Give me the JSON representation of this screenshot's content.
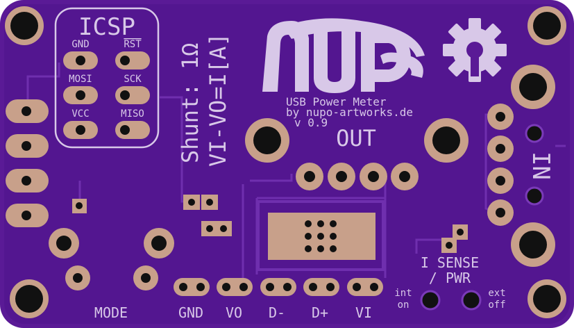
{
  "board": {
    "pcb_color": "#5a1a96",
    "trace_color": "#6a2aaa",
    "silk_color": "#d8c8e8",
    "copper_color": "#c8a08a",
    "hole_color": "#111111"
  },
  "icsp": {
    "title": "ICSP",
    "pins": [
      "GND",
      "RST",
      "MOSI",
      "SCK",
      "VCC",
      "MISO"
    ]
  },
  "shunt": {
    "line1": "Shunt: 1Ω",
    "line2": "VI-VO=I[A]"
  },
  "logo": {
    "text": "nupo"
  },
  "info": {
    "line1": "USB Power Meter",
    "line2": "by nupo-artworks.de",
    "line3": "v 0.9"
  },
  "labels": {
    "out": "OUT",
    "in": "IN",
    "mode": "MODE",
    "gnd": "GND",
    "vo": "VO",
    "dminus": "D-",
    "dplus": "D+",
    "vi": "VI",
    "isense": "I SENSE",
    "pwr": "/ PWR",
    "int": "int",
    "on": "on",
    "ext": "ext",
    "off": "off"
  }
}
